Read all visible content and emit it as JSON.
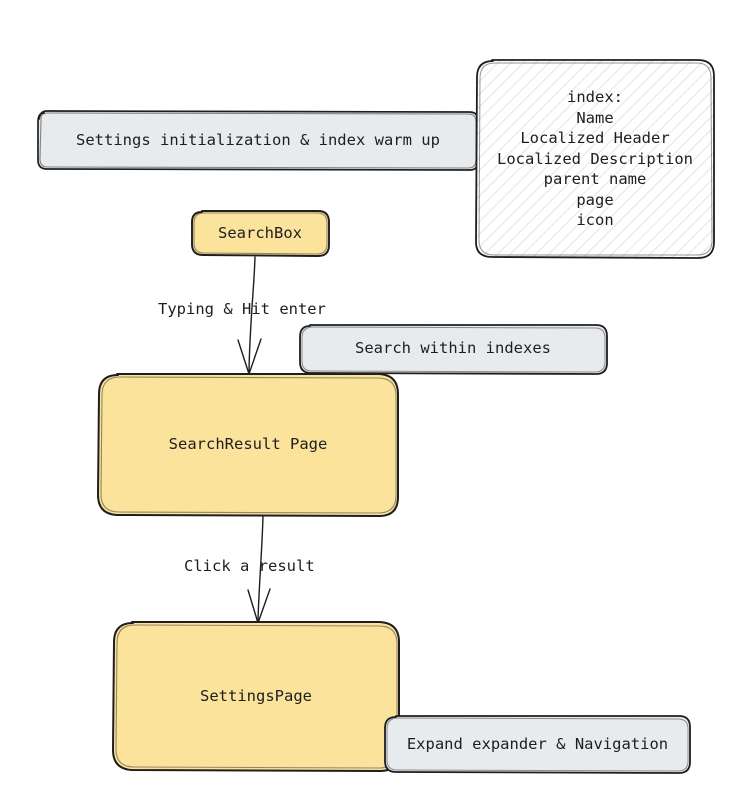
{
  "diagram": {
    "title": "Settings search flow",
    "background": "#ffffff",
    "style": "hand-drawn",
    "colors": {
      "node_fill_yellow": "#fbe39c",
      "note_fill_gray": "#e8ebee",
      "stroke": "#1e1e1e",
      "hatch_stroke": "#e9e9e9",
      "text": "#1e1e1e"
    }
  },
  "nodes": {
    "settings_init": {
      "label": "Settings initialization & index warm up",
      "shape": "rounded-rect",
      "fill": "#e8ebee",
      "kind": "note"
    },
    "index_card": {
      "label": "index:",
      "shape": "rounded-rect",
      "fill": "#ffffff",
      "pattern": "diagonal-hatch",
      "kind": "note",
      "lines": [
        "index:",
        "Name",
        "Localized Header",
        "Localized Description",
        "parent name",
        "page",
        "icon"
      ]
    },
    "searchbox": {
      "label": "SearchBox",
      "shape": "rounded-rect",
      "fill": "#fbe39c",
      "kind": "node"
    },
    "search_within": {
      "label": "Search within indexes",
      "shape": "rounded-rect",
      "fill": "#e8ebee",
      "kind": "note"
    },
    "search_result_page": {
      "label": "SearchResult Page",
      "shape": "rounded-rect",
      "fill": "#fbe39c",
      "kind": "node"
    },
    "settings_page": {
      "label": "SettingsPage",
      "shape": "rounded-rect",
      "fill": "#fbe39c",
      "kind": "node"
    },
    "expand_expander": {
      "label": "Expand expander & Navigation",
      "shape": "rounded-rect",
      "fill": "#e8ebee",
      "kind": "note"
    }
  },
  "edges": [
    {
      "from": "searchbox",
      "to": "search_result_page",
      "label": "Typing & Hit enter",
      "arrowhead": "open"
    },
    {
      "from": "search_result_page",
      "to": "settings_page",
      "label": "Click a result",
      "arrowhead": "open"
    }
  ]
}
